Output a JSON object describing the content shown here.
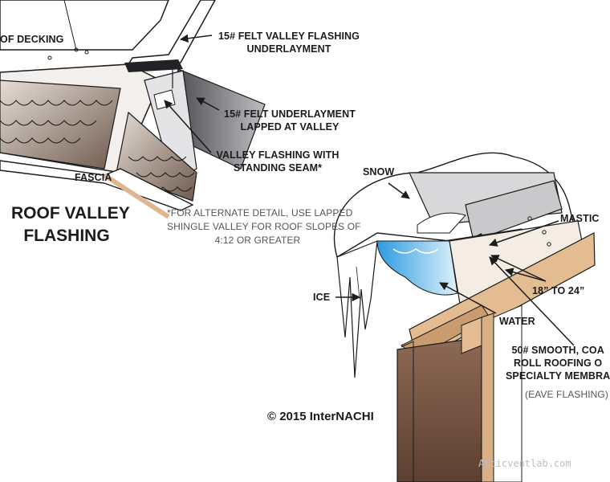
{
  "left_diagram": {
    "decking_label": "OF DECKING",
    "felt_valley_label": [
      "15# FELT VALLEY FLASHING",
      "UNDERLAYMENT"
    ],
    "felt_underlayment_label": [
      "15# FELT UNDERLAYMENT",
      "LAPPED AT VALLEY"
    ],
    "valley_flashing_label": [
      "VALLEY FLASHING WITH",
      "STANDING SEAM*"
    ],
    "fascia_label": "FASCIA",
    "title": [
      "ROOF VALLEY",
      "FLASHING"
    ],
    "note": [
      "*FOR ALTERNATE DETAIL, USE LAPPED",
      "SHINGLE VALLEY FOR ROOF SLOPES OF",
      "4:12 OR GREATER"
    ]
  },
  "right_diagram": {
    "snow_label": "SNOW",
    "mastic_label": "MASTIC",
    "distance_label": "18” TO 24”",
    "ice_label": "ICE",
    "water_label": "WATER",
    "membrane_label": [
      "50# SMOOTH, COA",
      "ROLL ROOFING O",
      "SPECIALTY MEMBRA"
    ],
    "eave_label": "(EAVE FLASHING)"
  },
  "copyright": "© 2015 InterNACHI",
  "watermark": "Atticventlab.com",
  "colors": {
    "ink": "#1b1b1b",
    "shingle": "#8a7466",
    "shingle_dark": "#5f4a3e",
    "metal": "#c9c9cc",
    "felt": "#5a5a5e",
    "ice_blue": "#3fa9e0",
    "fascia_brown": "#7d5a47",
    "deck_tan": "#e8c9a3"
  }
}
